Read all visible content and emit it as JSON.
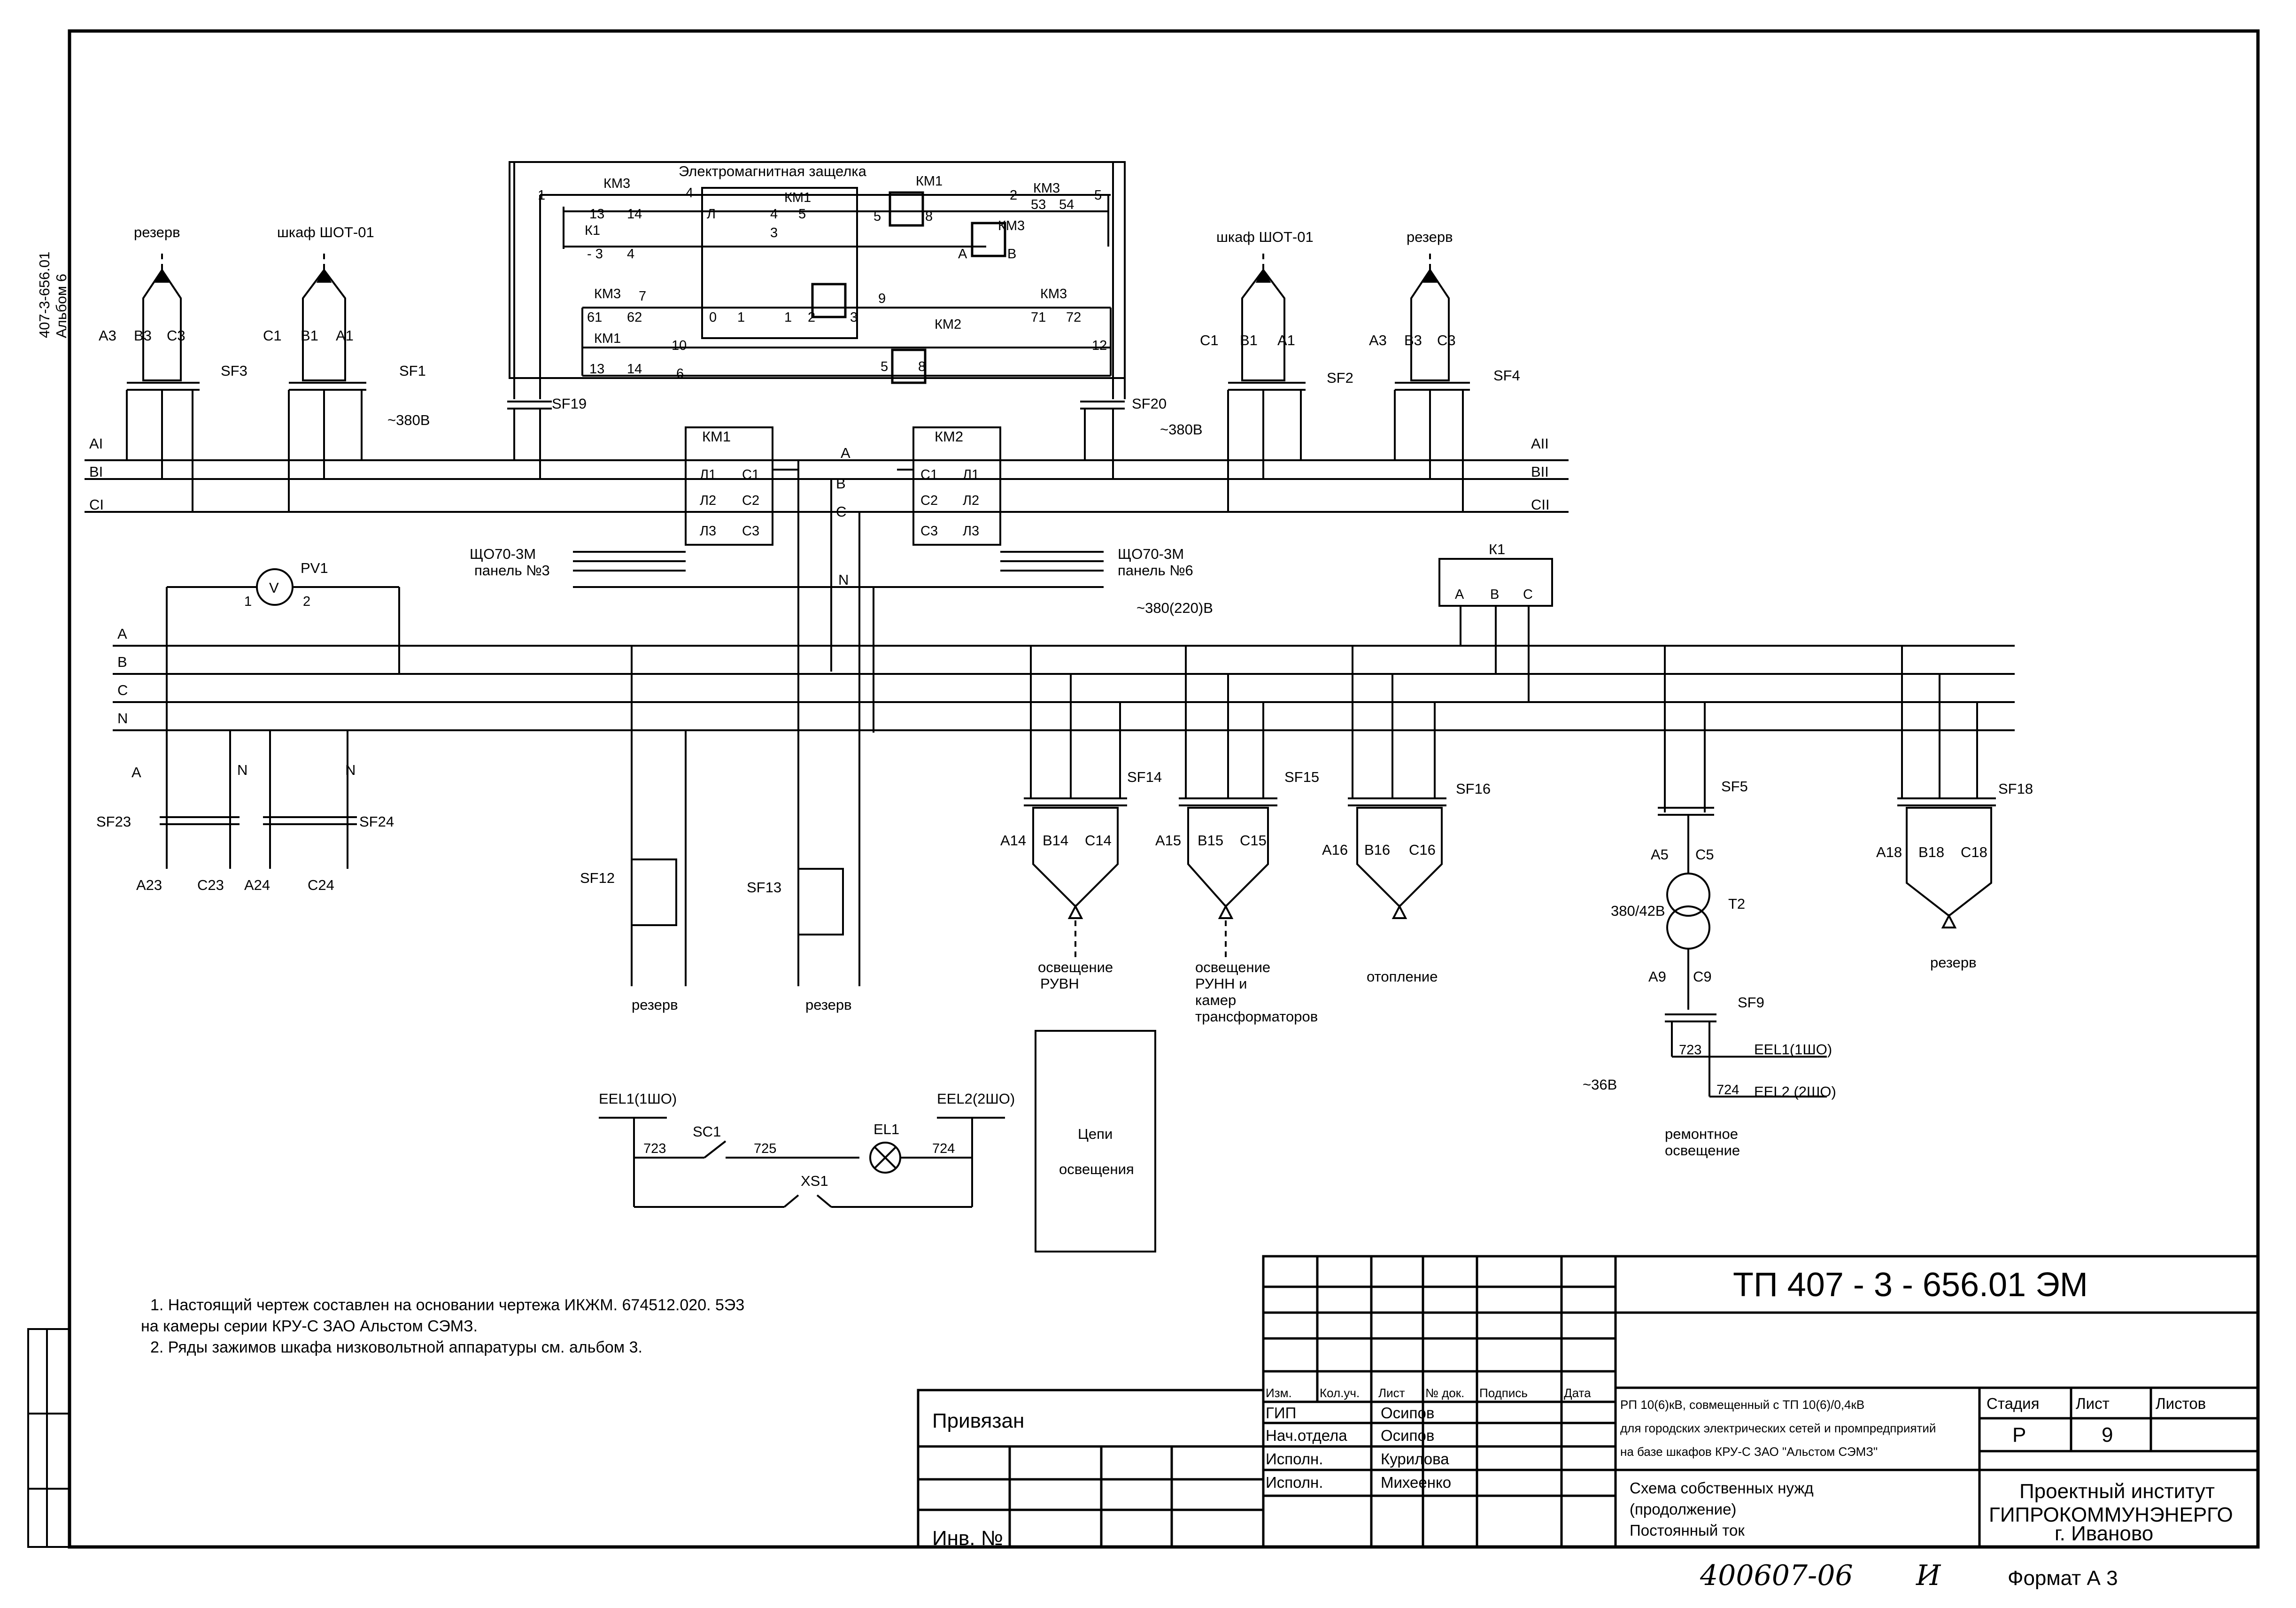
{
  "side_stamp": {
    "line1": "407-3-656.01",
    "line2": "Альбом 6"
  },
  "top_control": {
    "title": "Электромагнитная защелка",
    "km3": "КМ3",
    "km1": "КМ1",
    "km2": "КМ2",
    "k1": "К1",
    "n1": "1",
    "n3": "3",
    "n4": "4",
    "n5": "5",
    "n2": "2",
    "n8": "8",
    "n13": "13",
    "n14": "14",
    "n53": "53",
    "n54": "54",
    "nA": "А",
    "nB": "В",
    "nL": "Л",
    "n0": "0",
    "n6": "6",
    "n7": "7",
    "n9": "9",
    "n10": "10",
    "n12": "12",
    "n61": "61",
    "n62": "62",
    "n71": "71",
    "n72": "72",
    "dot3": "- 3"
  },
  "feeders_top": {
    "left_reserve": "резерв",
    "left_shot": "шкаф ШОТ-01",
    "right_shot": "шкаф ШОТ-01",
    "right_reserve": "резерв",
    "sf3": "SF3",
    "sf1": "SF1",
    "sf2": "SF2",
    "sf4": "SF4",
    "sf19": "SF19",
    "sf20": "SF20",
    "a3": "А3",
    "b3": "В3",
    "c3": "С3",
    "c1": "С1",
    "b1": "В1",
    "a1": "А1",
    "v380_left": "~380В",
    "v380_right": "~380В"
  },
  "upper_buses": {
    "left": [
      "АI",
      "ВI",
      "СI"
    ],
    "right": [
      "АII",
      "ВII",
      "СII"
    ]
  },
  "contactors": {
    "km1": "КМ1",
    "km2": "КМ2",
    "l1": "Л1",
    "l2": "Л2",
    "l3": "Л3",
    "c1": "С1",
    "c2": "С2",
    "c3": "С3",
    "panel_left_1": "ЩО70-3М",
    "panel_left_2": "панель №3",
    "panel_right_1": "ЩО70-3М",
    "panel_right_2": "панель №6",
    "phase_a": "А",
    "phase_b": "В",
    "phase_c": "С",
    "phase_n": "N",
    "v380_220": "~380(220)В"
  },
  "lower_buses": [
    "А",
    "В",
    "С",
    "N"
  ],
  "pv1": {
    "label": "PV1",
    "sym": "V",
    "p1": "1",
    "p2": "2"
  },
  "k1_box": {
    "label": "К1",
    "a": "А",
    "b": "В",
    "c": "С"
  },
  "breakers_bottom": {
    "sf23": "SF23",
    "sf24": "SF24",
    "a23": "А23",
    "c23": "С23",
    "a24": "А24",
    "c24": "С24",
    "sf12": "SF12",
    "sf13": "SF13",
    "reserve": "резерв",
    "sf14": "SF14",
    "sf15": "SF15",
    "sf16": "SF16",
    "sf5": "SF5",
    "sf18": "SF18",
    "a14": "А14",
    "b14": "В14",
    "c14": "С14",
    "a15": "А15",
    "b15": "В15",
    "c15": "С15",
    "a16": "А16",
    "b16": "В16",
    "c16": "С16",
    "a18": "А18",
    "b18": "В18",
    "c18": "С18",
    "lighting_ruvn_1": "освещение",
    "lighting_ruvn_2": "РУВН",
    "lighting_runn_1": "освещение",
    "lighting_runn_2": "РУНН и",
    "lighting_runn_3": "камер",
    "lighting_runn_4": "трансформаторов",
    "heating": "отопление",
    "reserve_right": "резерв",
    "a5": "А5",
    "c5": "С5",
    "t2": "Т2",
    "ratio": "380/42В",
    "a9": "А9",
    "c9": "С9",
    "sf9": "SF9",
    "w723": "723",
    "w724": "724",
    "eel1": "EEL1(1ШО)",
    "eel2": "EEL2 (2ШО)",
    "v36": "~36В",
    "repair_1": "ремонтное",
    "repair_2": "освещение"
  },
  "lighting_circuit": {
    "eel1": "EEL1(1ШО)",
    "eel2": "EEL2(2ШО)",
    "sc1": "SC1",
    "el1": "EL1",
    "xs1": "XS1",
    "w723": "723",
    "w725": "725",
    "w724": "724",
    "box_1": "Цепи",
    "box_2": "освещения"
  },
  "notes": [
    "1. Настоящий чертеж составлен на основании  чертежа ИКЖМ. 674512.020. 5Э3",
    "на камеры серии КРУ-С ЗАО Альстом СЭМЗ.",
    "2. Ряды зажимов шкафа низковольтной аппаратуры см. альбом 3."
  ],
  "title_block": {
    "code": "ТП  407 - 3 - 656.01     ЭМ",
    "header_cols": [
      "Изм.",
      "Кол.уч.",
      "Лист",
      "№ док.",
      "Подпись",
      "Дата"
    ],
    "roles": [
      "ГИП",
      "Нач.отдела",
      "Исполн.",
      "Исполн."
    ],
    "names": [
      "Осипов",
      "Осипов",
      "Курилова",
      "Михеенко"
    ],
    "project_1": "РП 10(6)кВ, совмещенный с ТП 10(6)/0,4кВ",
    "project_2": "для городских электрических сетей и промпредприятий",
    "project_3": "на базе шкафов КРУ-С ЗАО \"Альстом СЭМЗ\"",
    "stage_h": "Стадия",
    "sheet_h": "Лист",
    "sheets_h": "Листов",
    "stage": "Р",
    "sheet": "9",
    "desc_1": "Схема собственных нужд",
    "desc_2": "(продолжение)",
    "desc_3": "Постоянный ток",
    "org_1": "Проектный институт",
    "org_2": "ГИПРОКОММУНЭНЕРГО",
    "org_3": "г. Иваново",
    "privyazan": "Привязан",
    "inv": "Инв. №",
    "stamp_number": "400607-06",
    "stamp_mark": "И",
    "format": "Формат А 3"
  }
}
